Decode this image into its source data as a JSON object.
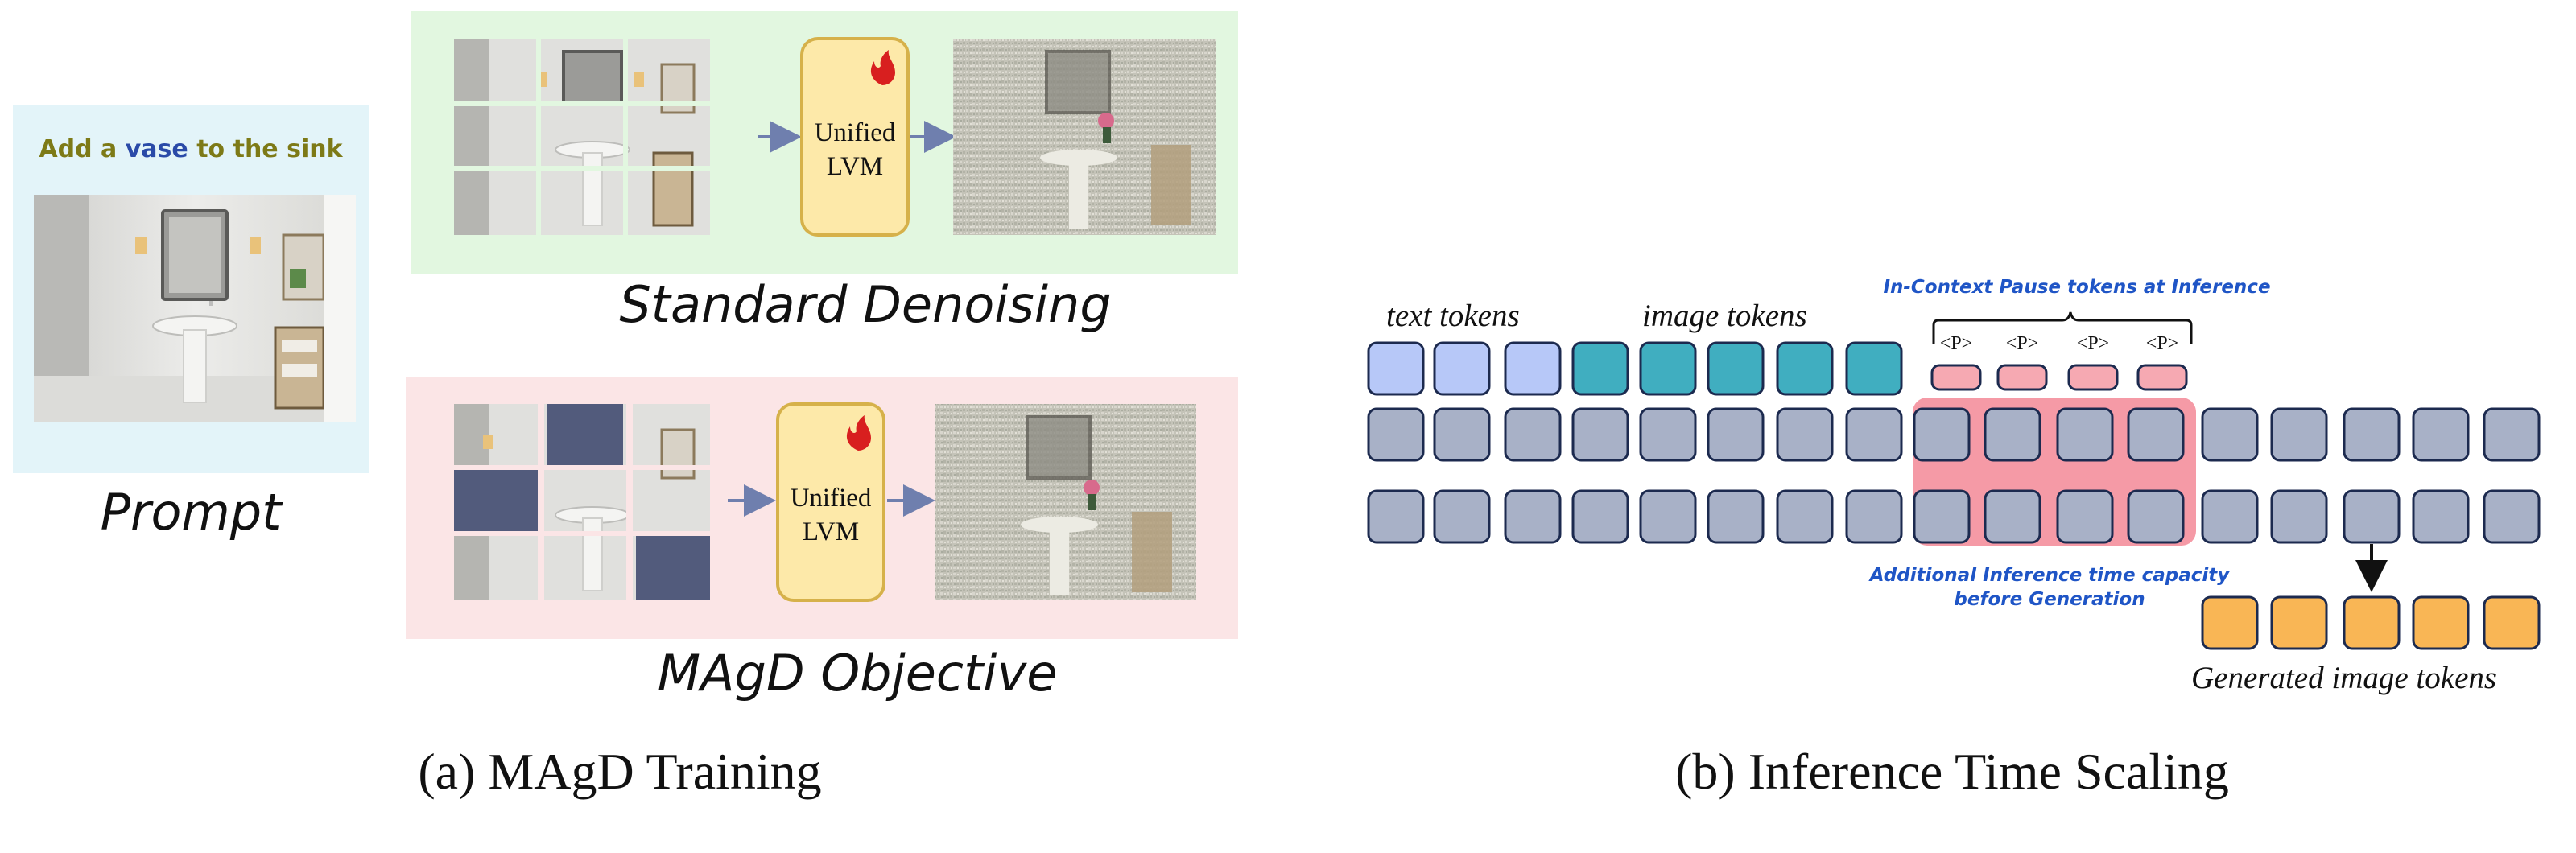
{
  "prompt_panel": {
    "prompt_words": [
      "Add a ",
      "vase",
      " to the sink"
    ],
    "label": "Prompt"
  },
  "standard": {
    "model_line1": "Unified",
    "model_line2": "LVM",
    "label": "Standard Denoising"
  },
  "magd": {
    "model_line1": "Unified",
    "model_line2": "LVM",
    "label": "MAgD Objective"
  },
  "captions": {
    "left": "(a) MAgD Training",
    "right": "(b) Inference Time Scaling"
  },
  "inference": {
    "text_tokens_label": "text tokens",
    "image_tokens_label": "image tokens",
    "pause_title": "In-Context Pause tokens at Inference",
    "pause_tokens": [
      "<P>",
      "<P>",
      "<P>",
      "<P>"
    ],
    "capacity_line1": "Additional Inference time capacity",
    "capacity_line2": "before Generation",
    "generated_label": "Generated image tokens"
  },
  "colors": {
    "prompt_bg": "#e3f4f9",
    "standard_bg": "#e2f7e0",
    "magd_bg": "#fbe5e6",
    "lvm_fill": "#fde9a9",
    "lvm_border": "#d6b14a",
    "flame": "#d81f1f",
    "mask": "#525b7c",
    "text_token": "#b7c8f8",
    "image_token": "#40aec0",
    "gray_token": "#a8b1c7",
    "pause_token": "#f6a9b2",
    "highlight": "#f59aa6",
    "generated_token": "#f9b655",
    "token_border": "#1c2a4f",
    "blue_text": "#1f55c6",
    "arrow": "#6f7fae",
    "prompt_olive": "#7d7a17",
    "prompt_blue": "#2a4aa8"
  }
}
